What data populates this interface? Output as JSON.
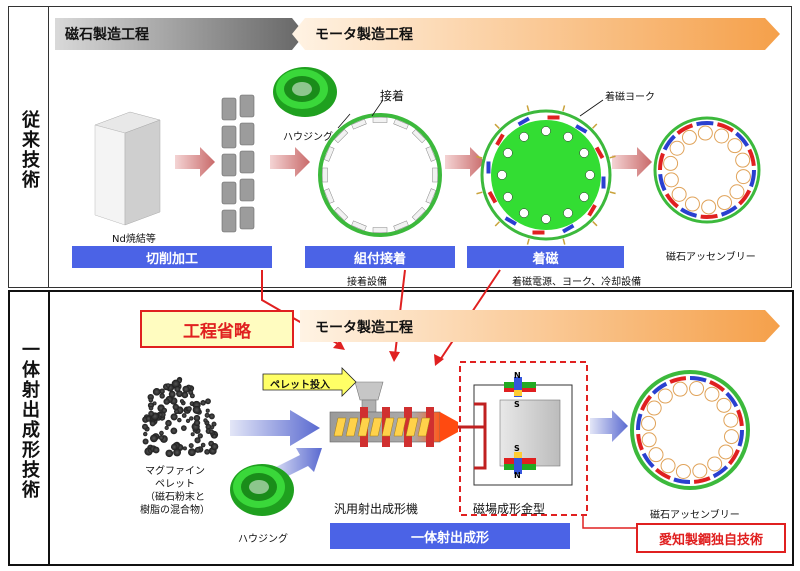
{
  "top": {
    "side_label": "従来技術",
    "header_magnet": "磁石製造工程",
    "header_motor": "モータ製造工程",
    "nd_label": "Nd焼結等",
    "housing_label": "ハウジング",
    "bond_label": "接着",
    "yoke_label": "着磁ヨーク",
    "assembly_label": "磁石アッセンブリー",
    "step_cut": "切削加工",
    "step_assemble": "組付接着",
    "step_magnetize": "着磁",
    "equip_bond": "接着設備",
    "equip_magnetize": "着磁電源、ヨーク、冷却設備"
  },
  "bottom": {
    "side_label": "一体射出成形技術",
    "omit_label": "工程省略",
    "header_motor": "モータ製造工程",
    "pellet_input": "ペレット投入",
    "pellet_desc": [
      "マグファイン",
      "ペレット",
      "（磁石粉末と",
      "樹脂の混合物）"
    ],
    "housing_label": "ハウジング",
    "machine_label": "汎用射出成形機",
    "mold_label": "磁場成形金型",
    "step_integrated": "一体射出成形",
    "assembly_label": "磁石アッセンブリー",
    "proprietary_label": "愛知製鋼独自技術",
    "pole_n": "N",
    "pole_s": "S"
  },
  "colors": {
    "blue_label": "#4b63e6",
    "ring_green": "#3cb93c",
    "arrow_red": "#e02020",
    "omit_border": "#e02020",
    "omit_bg": "#fffcc0"
  }
}
